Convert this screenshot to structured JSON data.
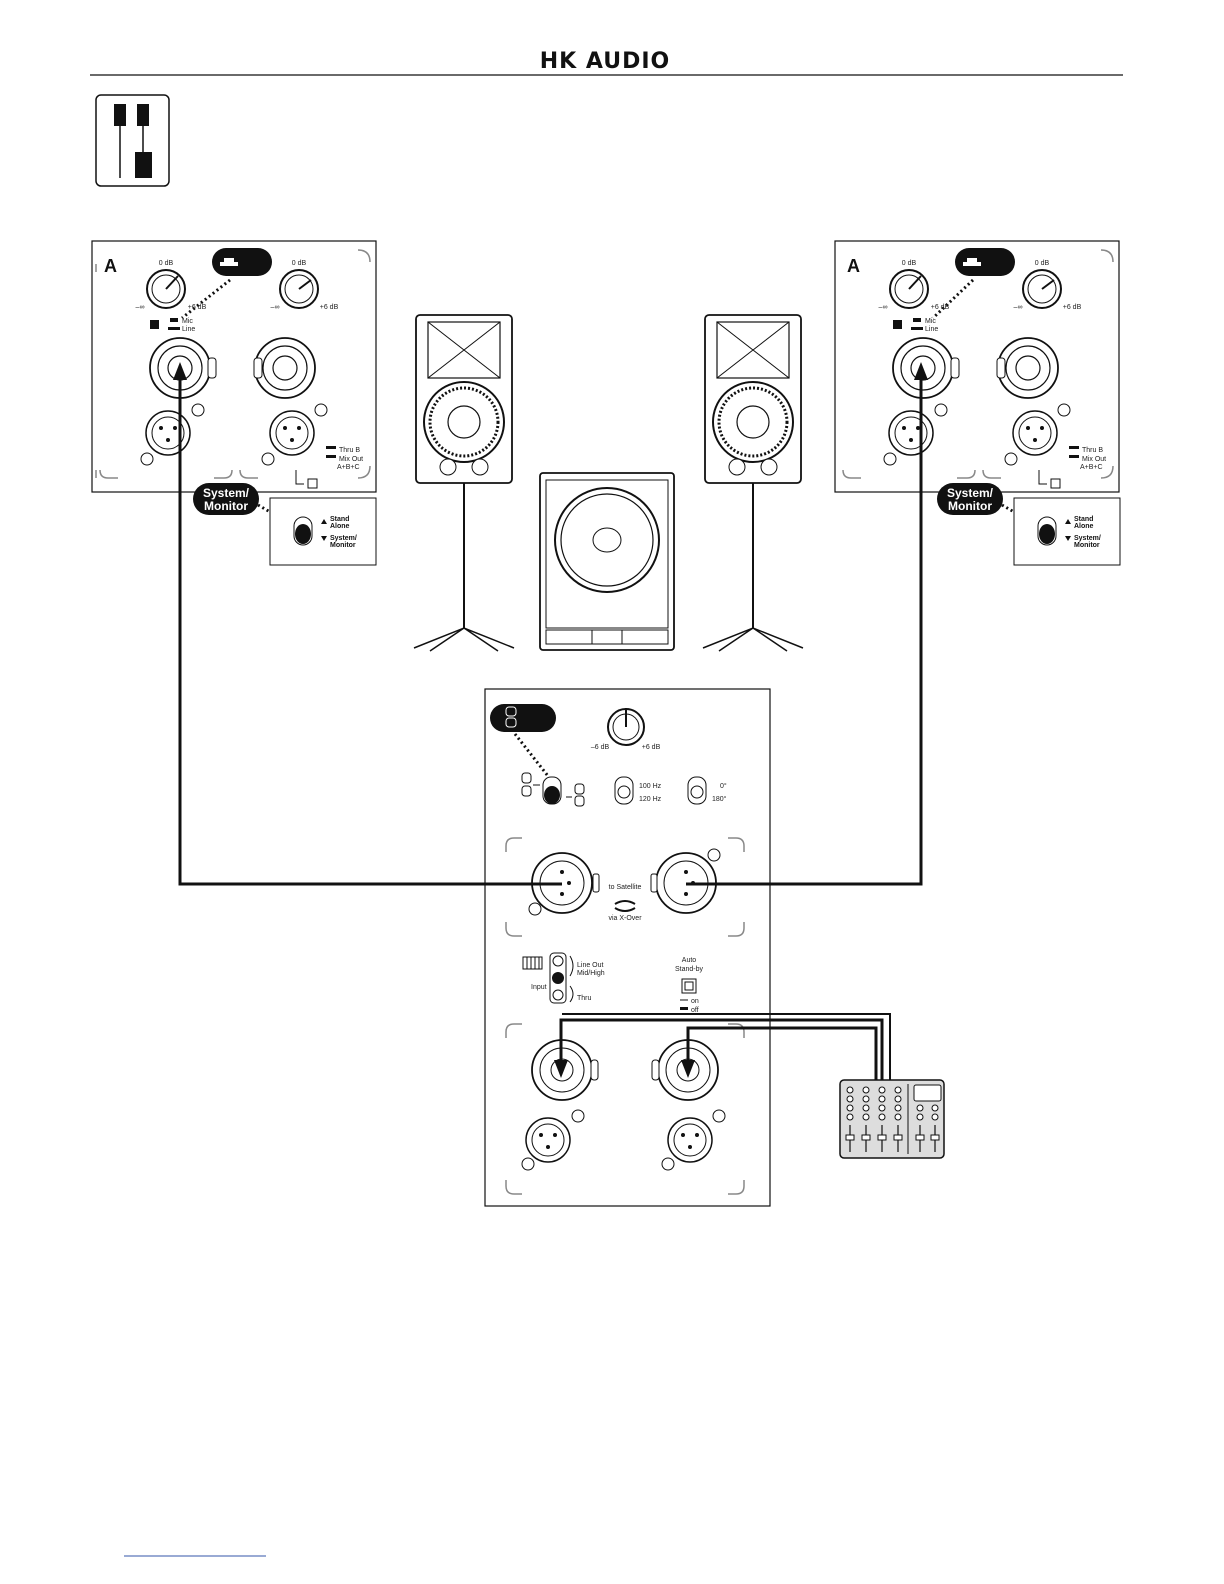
{
  "header": {
    "brand": "HK AUDIO"
  },
  "satellite_panel": {
    "badge_letter": "A",
    "gain_top": "0 dB",
    "gain_min": "–∞",
    "gain_max": "+6 dB",
    "mic": "Mic",
    "line": "Line",
    "thru": "Thru B",
    "mix_out": "Mix Out",
    "mix_sum": "A+B+C",
    "mode_pill_1": "System/",
    "mode_pill_2": "Monitor",
    "stand": "Stand",
    "alone": "Alone",
    "system": "System/",
    "monitor": "Monitor"
  },
  "sub_panel": {
    "gain_min": "–6 dB",
    "gain_max": "+6 dB",
    "freq_100": "100 Hz",
    "freq_120": "120 Hz",
    "phase_0": "0°",
    "phase_180": "180°",
    "to_satellite": "to Satellite",
    "via_xover": "via X-Over",
    "line_out": "Line Out",
    "mid_high": "Mid/High",
    "input": "Input",
    "thru": "Thru",
    "auto": "Auto",
    "standby": "Stand-by",
    "on": "on",
    "off": "off"
  }
}
